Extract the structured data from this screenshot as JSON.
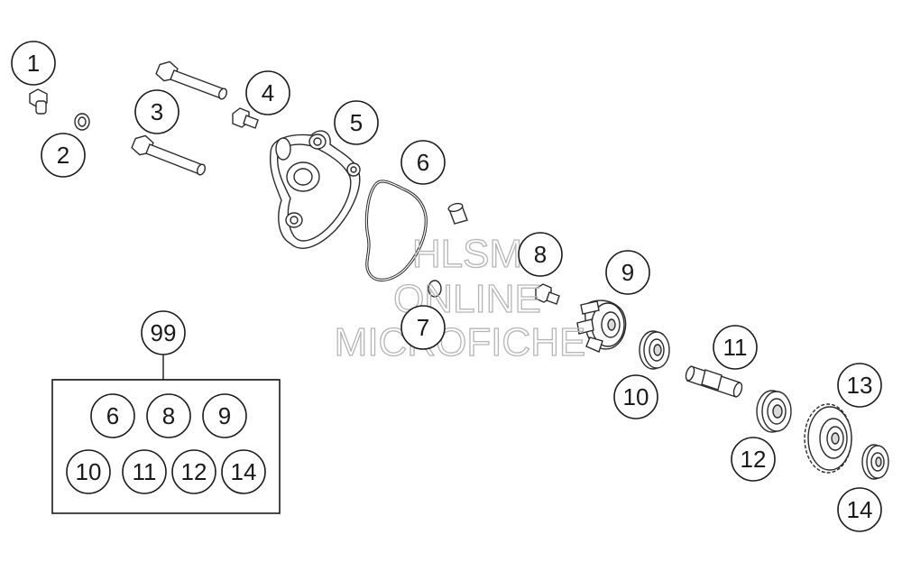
{
  "callouts": {
    "c1": "1",
    "c2": "2",
    "c3": "3",
    "c4": "4",
    "c5": "5",
    "c6": "6",
    "c7": "7",
    "c8": "8",
    "c9": "9",
    "c10": "10",
    "c11": "11",
    "c12": "12",
    "c13": "13",
    "c14": "14"
  },
  "kit": {
    "number": "99",
    "items": [
      "6",
      "8",
      "9",
      "10",
      "11",
      "12",
      "14"
    ]
  },
  "watermark": {
    "line1": "HLSM",
    "line2": "ONLINE",
    "line3": "MICROFICHE"
  }
}
